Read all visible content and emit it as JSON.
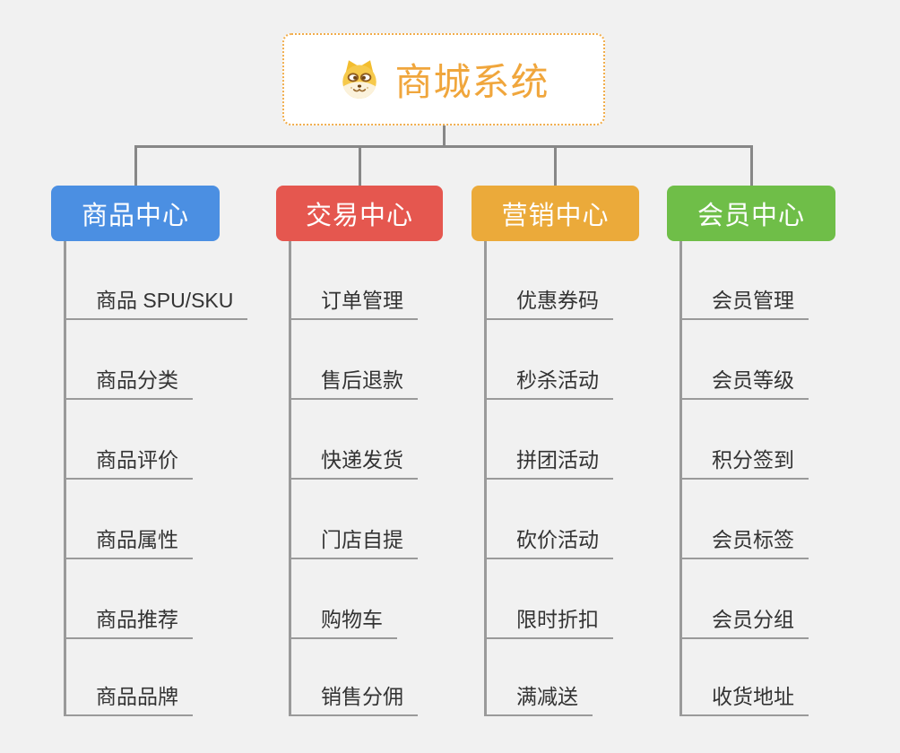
{
  "root": {
    "title": "商城系统",
    "icon": "dog-face-emoji",
    "title_color": "#f0a63c",
    "border_color": "#f1ad4b"
  },
  "branches": [
    {
      "label": "商品中心",
      "color": "#4b8fe2",
      "children": [
        "商品 SPU/SKU",
        "商品分类",
        "商品评价",
        "商品属性",
        "商品推荐",
        "商品品牌"
      ]
    },
    {
      "label": "交易中心",
      "color": "#e5574f",
      "children": [
        "订单管理",
        "售后退款",
        "快递发货",
        "门店自提",
        "购物车",
        "销售分佣"
      ]
    },
    {
      "label": "营销中心",
      "color": "#ebaa3a",
      "children": [
        "优惠券码",
        "秒杀活动",
        "拼团活动",
        "砍价活动",
        "限时折扣",
        "满减送"
      ]
    },
    {
      "label": "会员中心",
      "color": "#6fbe48",
      "children": [
        "会员管理",
        "会员等级",
        "积分签到",
        "会员标签",
        "会员分组",
        "收货地址"
      ]
    }
  ],
  "connector_color": "#878787",
  "underline_color": "#9a9a9a",
  "background_color": "#f1f1f1"
}
